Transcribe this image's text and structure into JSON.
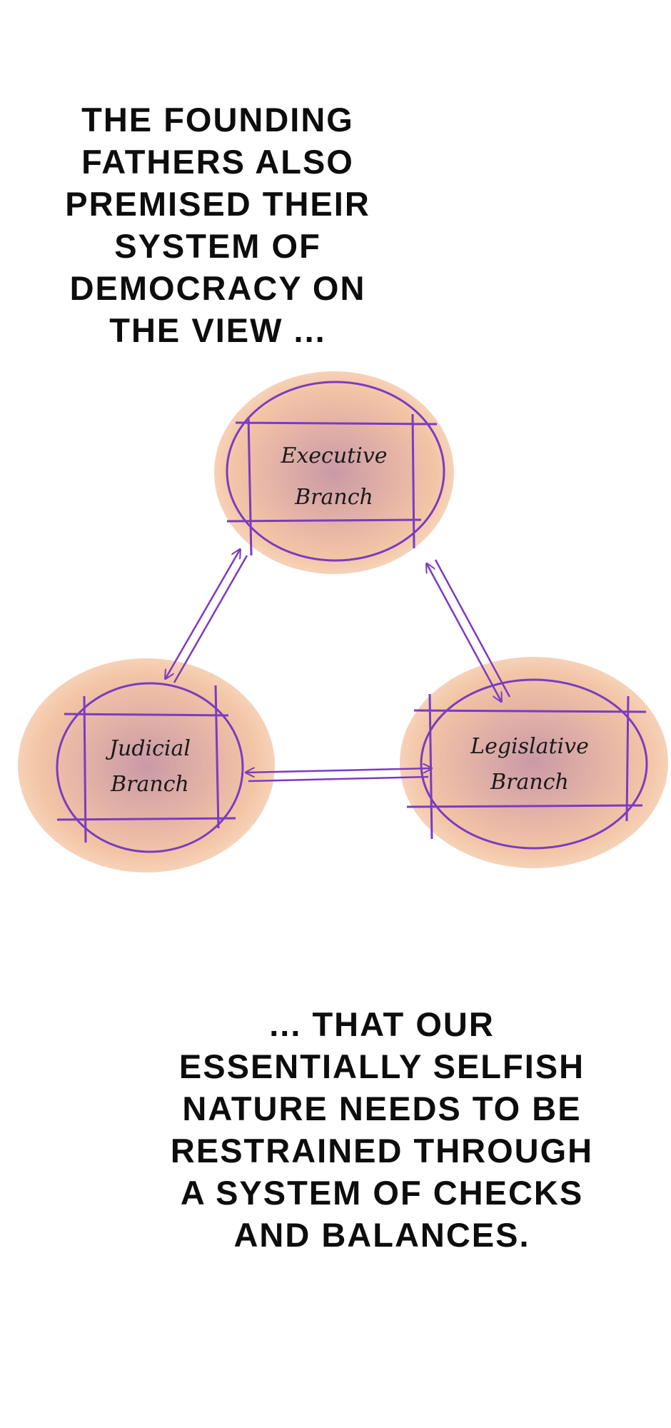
{
  "top_caption": [
    "The founding",
    "fathers also",
    "premised their",
    "system of",
    "democracy on",
    "the view ..."
  ],
  "bottom_caption": [
    "... that our",
    "essentially selfish",
    "nature needs to be",
    "restrained through",
    "a system of checks",
    "and balances."
  ],
  "diagram": {
    "nodes": [
      {
        "id": "executive",
        "line1": "Executive",
        "line2": "Branch"
      },
      {
        "id": "judicial",
        "line1": "Judicial",
        "line2": "Branch"
      },
      {
        "id": "legislative",
        "line1": "Legislative",
        "line2": "Branch"
      }
    ],
    "edges": [
      {
        "from": "judicial",
        "to": "executive",
        "direction": "both"
      },
      {
        "from": "executive",
        "to": "legislative",
        "direction": "both"
      },
      {
        "from": "judicial",
        "to": "legislative",
        "direction": "both"
      }
    ],
    "colors": {
      "blob": "#f2c2a2",
      "blob_core": "#d9a7a8",
      "ink": "#7a3cc0"
    }
  }
}
